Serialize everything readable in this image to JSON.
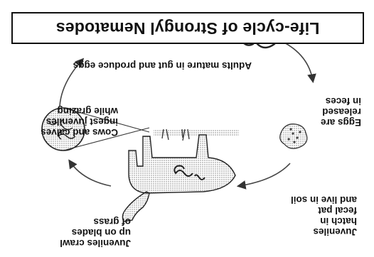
{
  "title": "Life-cycle of Strongyl Nematodes",
  "steps": {
    "adults": "Adults mature in gut and produce eggs",
    "eggs": "Eggs are\nreleased\nin feces",
    "hatch": "Juveniles\nhatch in\nfecal pat\nand live in soil",
    "crawl": "Juveniles crawl\nup on blades\nof grass",
    "ingest": "Cows and calves\ningest juveniles\nwhile grazing"
  },
  "orientation": "rotated 180 degrees",
  "colors": {
    "ink": "#111111",
    "background": "#ffffff",
    "grass": "#666666",
    "halftone": "#9a9a9a"
  }
}
